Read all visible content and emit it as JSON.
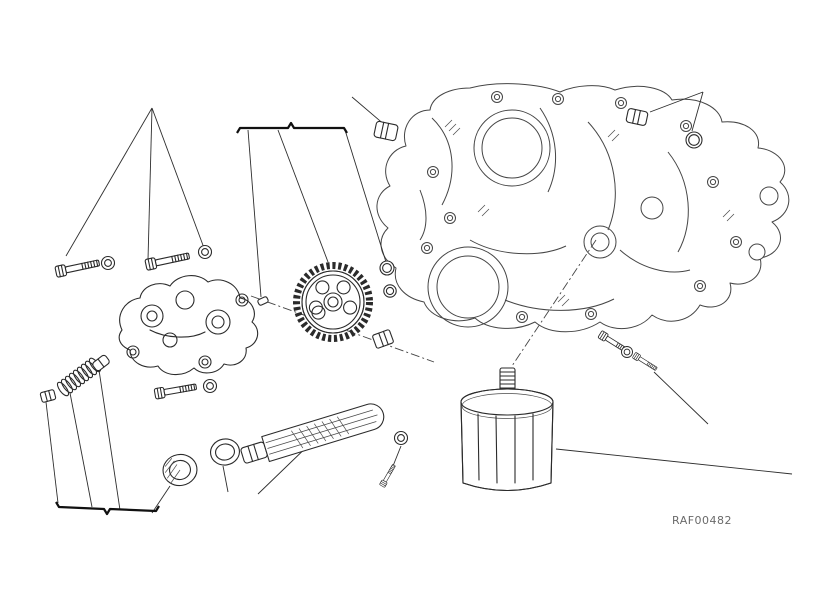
{
  "diagram": {
    "watermark": "RAF00482",
    "colors": {
      "background": "#ffffff",
      "line": "#2b2b2b",
      "case_line": "#454545",
      "watermark": "#6a6a6a"
    },
    "parts": [
      "crankcase",
      "oil-pump-body",
      "drive-gear",
      "strainer-tube",
      "oil-filter",
      "socket-bolt",
      "washer",
      "o-ring",
      "spring",
      "relief-valve-piston",
      "relief-valve-plug",
      "cap-plug",
      "seal-washer",
      "spacer-bushing",
      "dowel-bushing",
      "threaded-union",
      "hex-plug",
      "small-bolt",
      "locating-pin"
    ]
  }
}
